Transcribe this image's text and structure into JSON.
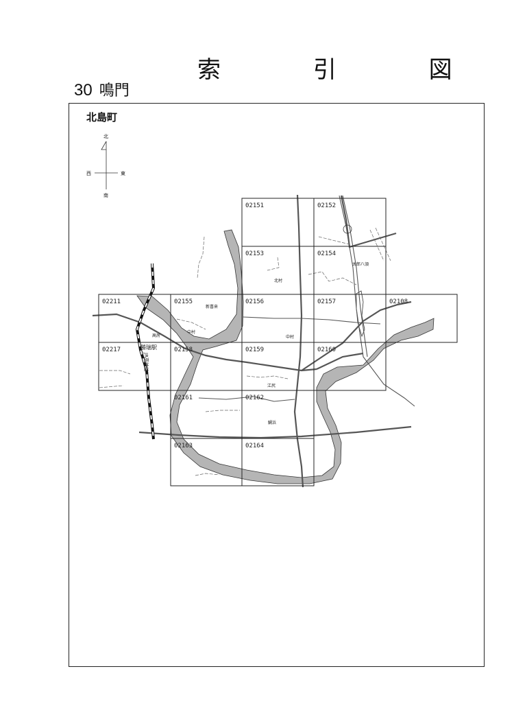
{
  "header": {
    "title": "索 引 図",
    "number": "30",
    "city": "鳴門"
  },
  "map": {
    "area_name": "北島町",
    "compass": {
      "north": "北",
      "south": "南",
      "east": "東",
      "west": "西"
    },
    "sheets": [
      "02151",
      "02152",
      "02153",
      "02154",
      "02211",
      "02155",
      "02156",
      "02157",
      "02108",
      "02217",
      "02158",
      "02159",
      "02160",
      "02161",
      "02162",
      "02163",
      "02164"
    ],
    "places": {
      "shinkiraihigashi": "新喜来",
      "taroohachisu": "太郎八須",
      "kitamura": "北村",
      "nakamura_west": "中村",
      "nakamura_east": "中村",
      "takabo": "高房",
      "katsuzui_station": "勝瑞駅",
      "jr_line": "JR高徳線",
      "emiri": "江尻",
      "tsuruhama": "鯛浜"
    },
    "colors": {
      "river": "#b5b5b5",
      "road": "#555555",
      "grid": "#222222",
      "rail": "#111111"
    }
  }
}
